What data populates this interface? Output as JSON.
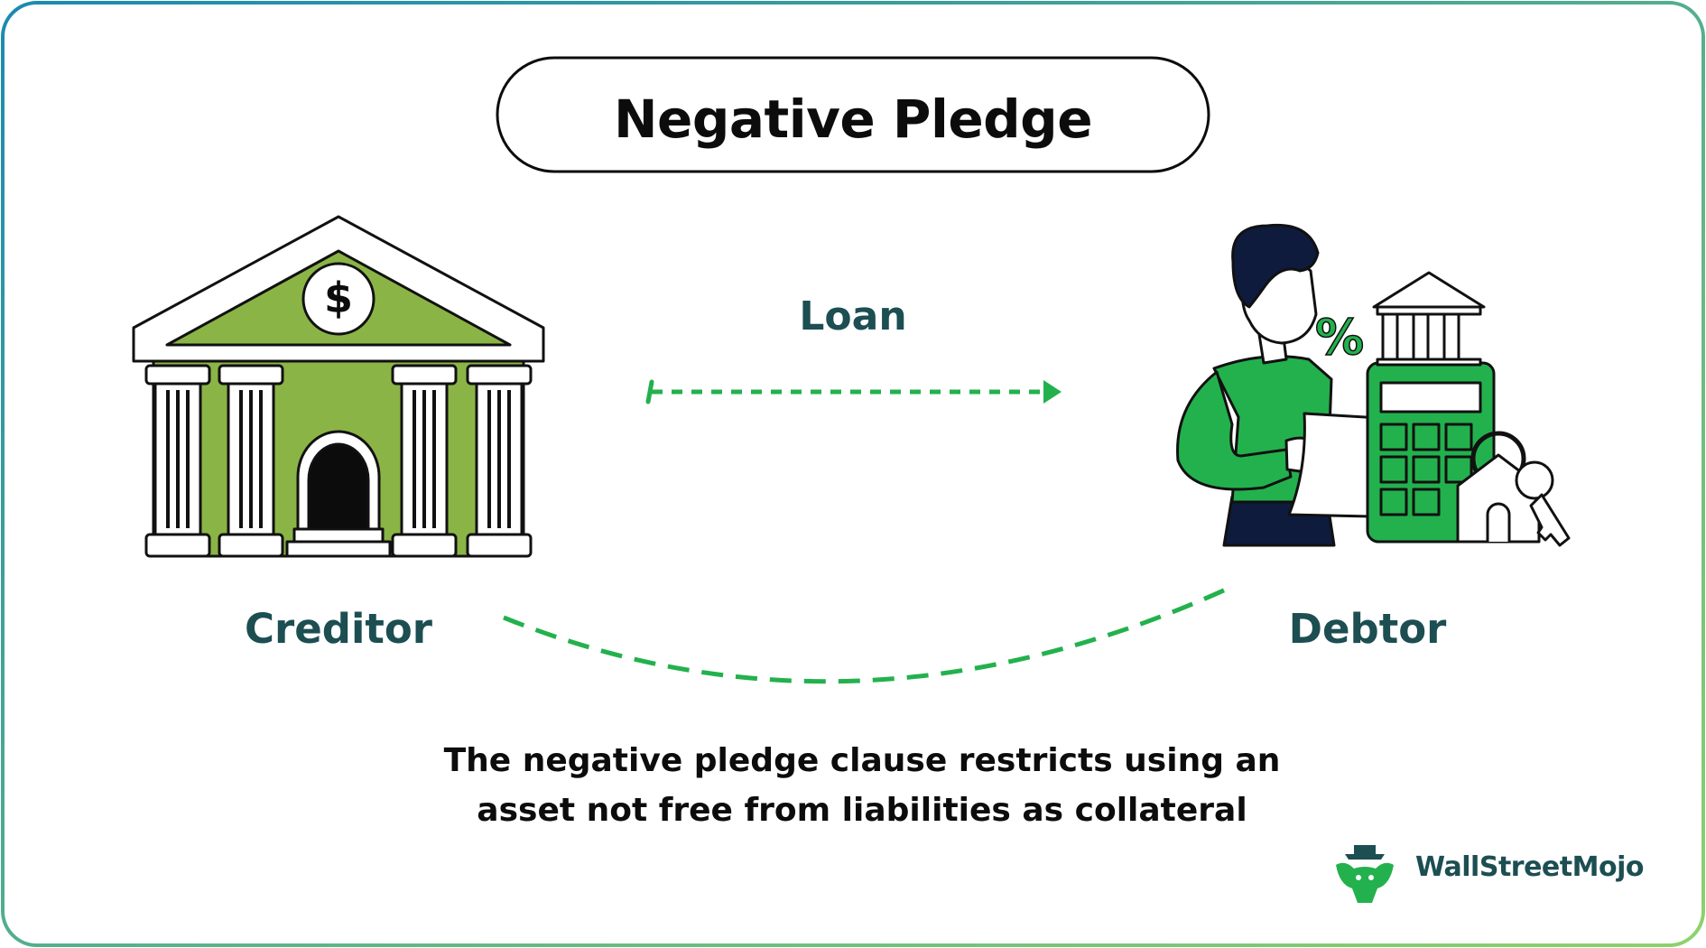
{
  "title": "Negative Pledge",
  "labels": {
    "loan": "Loan",
    "creditor": "Creditor",
    "debtor": "Debtor"
  },
  "description": "The negative pledge clause restricts using an asset not free from liabilities as collateral",
  "brand": {
    "name": "WallStreetMojo"
  },
  "icons": {
    "creditor": "bank-building-icon",
    "debtor": "person-with-calculator-icon",
    "loan_arrow": "dashed-arrow-icon",
    "connector": "dashed-curve",
    "logo": "wallstreetmojo-logo-icon",
    "bank_symbol": "$",
    "rate_symbol": "%"
  },
  "colors": {
    "green_primary": "#8bb446",
    "green_bright": "#23b14d",
    "dark_teal": "#1c4e52",
    "frame_start": "#1b8ab0",
    "frame_end": "#8cd36b",
    "navy": "#0e1b3d"
  }
}
